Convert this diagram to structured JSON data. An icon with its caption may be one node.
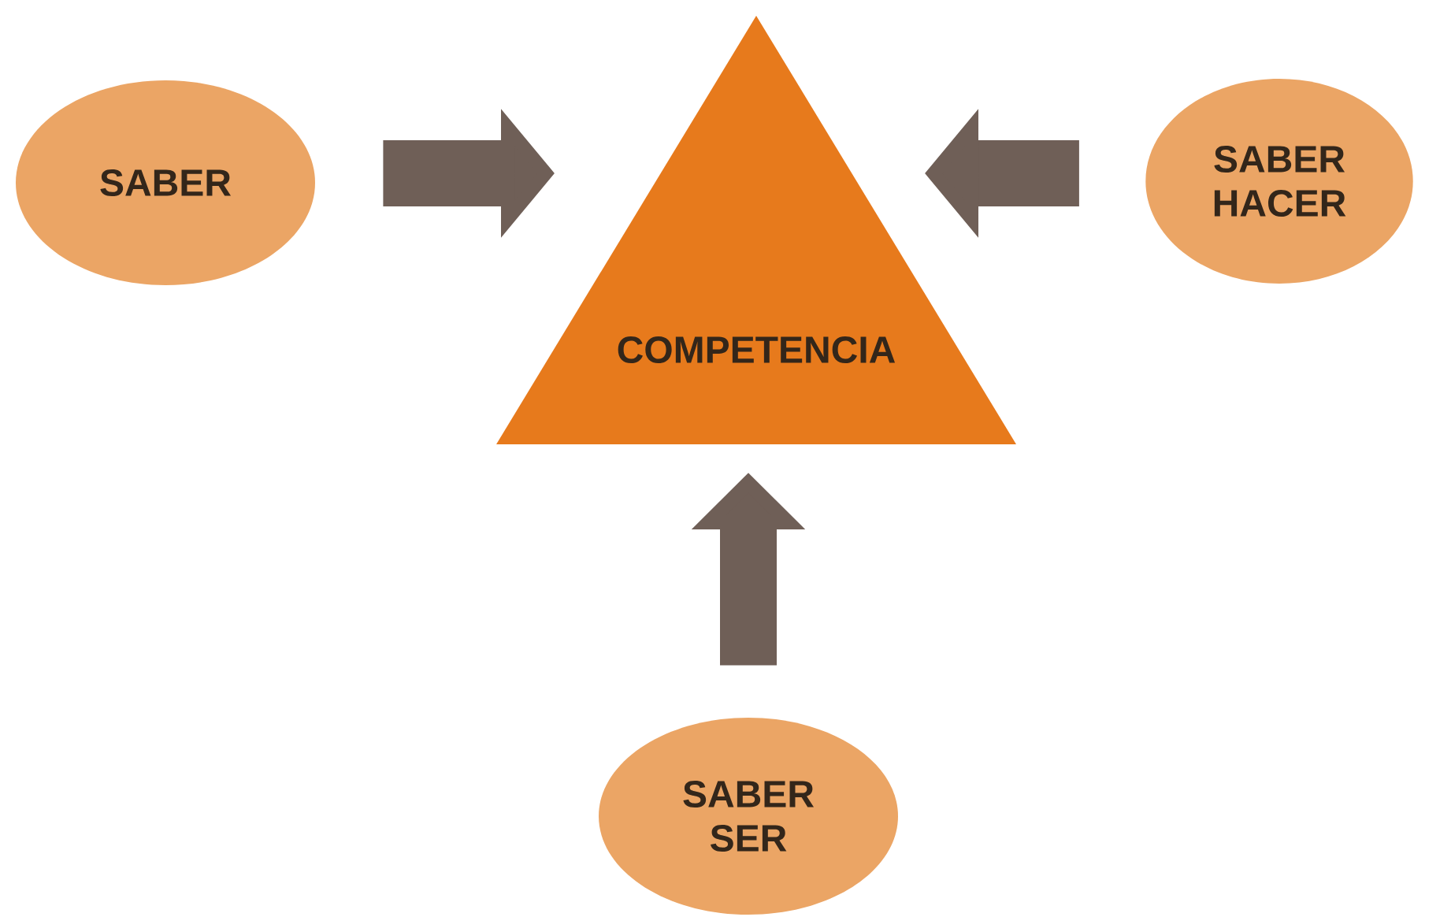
{
  "diagram": {
    "nodes": [
      {
        "text": [
          "SABER"
        ]
      },
      {
        "text": [
          "COMPETENCIA"
        ]
      },
      {
        "text": [
          "SABER HACER"
        ]
      },
      {
        "text": [
          "SABER SER"
        ]
      }
    ],
    "edges": [
      {
        "from": 0,
        "to": 1,
        "arrow": "to"
      },
      {
        "from": 2,
        "to": 1,
        "arrow": "to"
      },
      {
        "from": 3,
        "to": 1,
        "arrow": "to"
      }
    ]
  }
}
